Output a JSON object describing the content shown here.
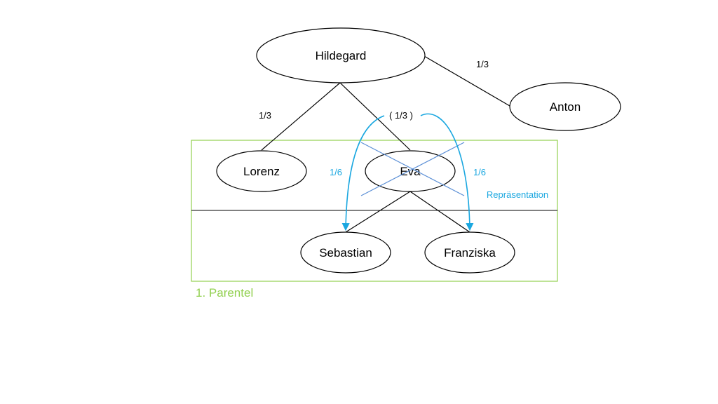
{
  "colors": {
    "stroke": "#000000",
    "accent": "#1aa7e0",
    "cross": "#5b8fd6",
    "parentel": "#92d050"
  },
  "nodes": {
    "hildegard": "Hildegard",
    "anton": "Anton",
    "lorenz": "Lorenz",
    "eva": "Eva",
    "sebastian": "Sebastian",
    "franziska": "Franziska"
  },
  "shares": {
    "anton": "1/3",
    "lorenz": "1/3",
    "eva": "( 1/3 )",
    "sebastian": "1/6",
    "franziska": "1/6"
  },
  "labels": {
    "representation": "Repräsentation",
    "parentel": "1. Parentel"
  }
}
